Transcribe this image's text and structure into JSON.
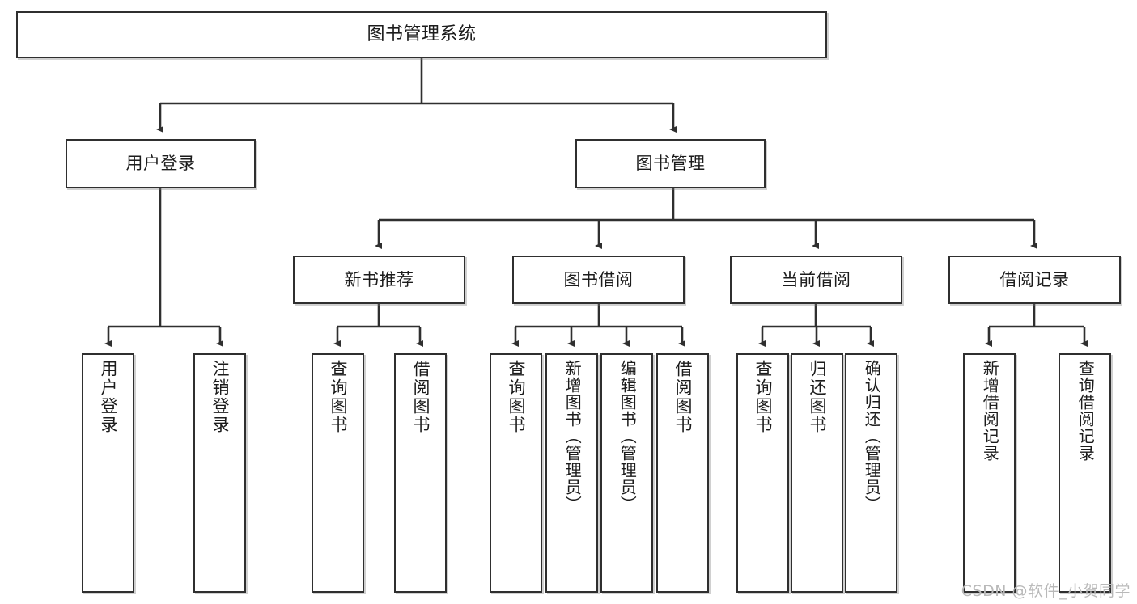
{
  "diagram": {
    "title": "图书管理系统",
    "type": "tree",
    "watermark": "CSDN @软件_小贺同学",
    "colors": {
      "box_border": "#2f2f2f",
      "box_fill": "#ffffff",
      "edge": "#2f2f2f",
      "watermark": "#b9b9b9",
      "background": "#ffffff"
    },
    "levels": {
      "root": "图书管理系统",
      "level2": [
        "用户登录",
        "图书管理"
      ],
      "level3": [
        "新书推荐",
        "图书借阅",
        "当前借阅",
        "借阅记录"
      ]
    },
    "nodes": {
      "root": {
        "label": "图书管理系统"
      },
      "user_login": {
        "label": "用户登录"
      },
      "book_manage": {
        "label": "图书管理"
      },
      "new_book_rec": {
        "label": "新书推荐"
      },
      "book_borrow": {
        "label": "图书借阅"
      },
      "current_borrow": {
        "label": "当前借阅"
      },
      "borrow_record": {
        "label": "借阅记录"
      },
      "leaf_user_login": {
        "label": "用户登录"
      },
      "leaf_logout": {
        "label": "注销登录"
      },
      "leaf_query_book_1": {
        "label": "查询图书"
      },
      "leaf_borrow_book_1": {
        "label": "借阅图书"
      },
      "leaf_query_book_2": {
        "label": "查询图书"
      },
      "leaf_add_book": {
        "label": "新增图书（管理员）"
      },
      "leaf_edit_book": {
        "label": "编辑图书（管理员）"
      },
      "leaf_borrow_book_2": {
        "label": "借阅图书"
      },
      "leaf_query_book_3": {
        "label": "查询图书"
      },
      "leaf_return_book": {
        "label": "归还图书"
      },
      "leaf_confirm_return": {
        "label": "确认归还（管理员）"
      },
      "leaf_add_record": {
        "label": "新增借阅记录"
      },
      "leaf_query_record": {
        "label": "查询借阅记录"
      }
    },
    "edges": [
      {
        "from": "图书管理系统",
        "to": "用户登录"
      },
      {
        "from": "图书管理系统",
        "to": "图书管理"
      },
      {
        "from": "用户登录",
        "to": "用户登录"
      },
      {
        "from": "用户登录",
        "to": "注销登录"
      },
      {
        "from": "图书管理",
        "to": "新书推荐"
      },
      {
        "from": "图书管理",
        "to": "图书借阅"
      },
      {
        "from": "图书管理",
        "to": "当前借阅"
      },
      {
        "from": "图书管理",
        "to": "借阅记录"
      },
      {
        "from": "新书推荐",
        "to": "查询图书"
      },
      {
        "from": "新书推荐",
        "to": "借阅图书"
      },
      {
        "from": "图书借阅",
        "to": "查询图书"
      },
      {
        "from": "图书借阅",
        "to": "新增图书（管理员）"
      },
      {
        "from": "图书借阅",
        "to": "编辑图书（管理员）"
      },
      {
        "from": "图书借阅",
        "to": "借阅图书"
      },
      {
        "from": "当前借阅",
        "to": "查询图书"
      },
      {
        "from": "当前借阅",
        "to": "归还图书"
      },
      {
        "from": "当前借阅",
        "to": "确认归还（管理员）"
      },
      {
        "from": "借阅记录",
        "to": "新增借阅记录"
      },
      {
        "from": "借阅记录",
        "to": "查询借阅记录"
      }
    ]
  }
}
